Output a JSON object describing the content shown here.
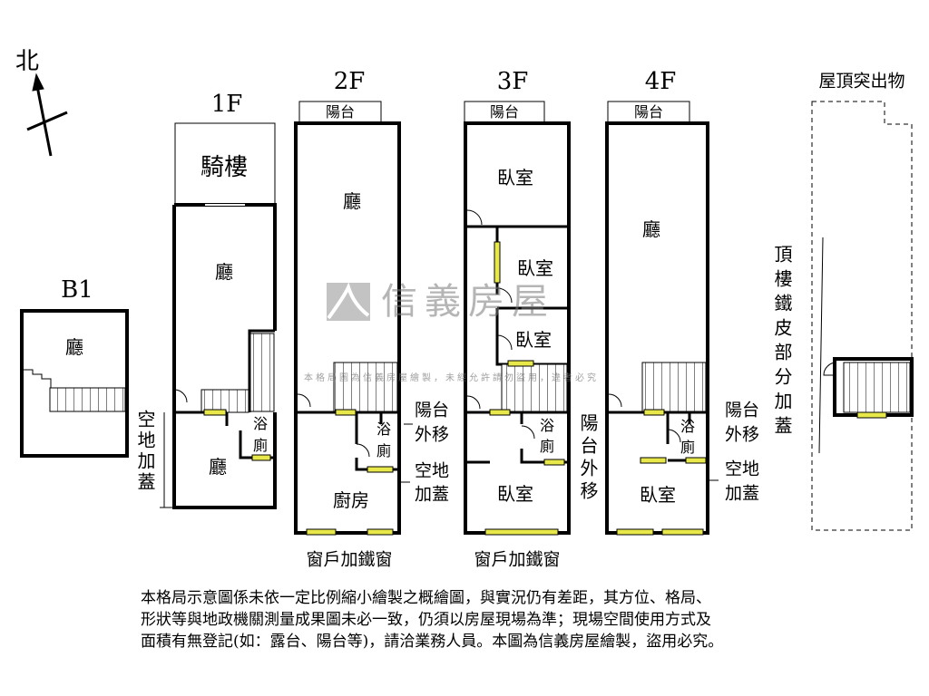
{
  "compass": {
    "north": "北"
  },
  "floors": {
    "b1": {
      "label": "B1",
      "rooms": [
        "廳"
      ]
    },
    "f1": {
      "label": "1F",
      "rooms": [
        "騎樓",
        "廳",
        "廳",
        "浴",
        "廁"
      ]
    },
    "f2": {
      "label": "2F",
      "balcony": "陽台",
      "rooms": [
        "廳",
        "浴",
        "廁",
        "廚房"
      ]
    },
    "f3": {
      "label": "3F",
      "balcony": "陽台",
      "rooms": [
        "臥室",
        "臥室",
        "臥室",
        "浴",
        "廁",
        "臥室"
      ]
    },
    "f4": {
      "label": "4F",
      "balcony": "陽台",
      "rooms": [
        "廳",
        "浴",
        "廁",
        "臥室"
      ]
    },
    "roof": {
      "label": "屋頂突出物"
    }
  },
  "annotations": {
    "f1_left": "空地加蓋",
    "f2_balcony_move": [
      "陽台",
      "外移"
    ],
    "f2_extension": [
      "空地",
      "加蓋"
    ],
    "f2_window": "窗戶加鐵窗",
    "f3_balcony_move": "陽台外移",
    "f3_window": "窗戶加鐵窗",
    "f4_balcony_move": [
      "陽台",
      "外移"
    ],
    "f4_extension": [
      "空地",
      "加蓋"
    ],
    "roof_extension": "頂樓鐵皮部分加蓋"
  },
  "watermark": {
    "brand": "信義房屋",
    "notice": "本格局圖為信義房屋繪製，未經允許請勿盜用，違者必究"
  },
  "disclaimer": [
    "本格局示意圖係未依一定比例縮小繪製之概繪圖，與實況仍有差距，其方位、格局、",
    "形狀等與地政機關測量成果圖未必一致，仍須以房屋現場為準；現場空間使用方式及",
    "面積有無登記(如：露台、陽台等)，請洽業務人員。本圖為信義房屋繪製，盜用必究。"
  ],
  "colors": {
    "wall": "#000000",
    "window": "#e8e84a",
    "watermark": "#787878"
  }
}
